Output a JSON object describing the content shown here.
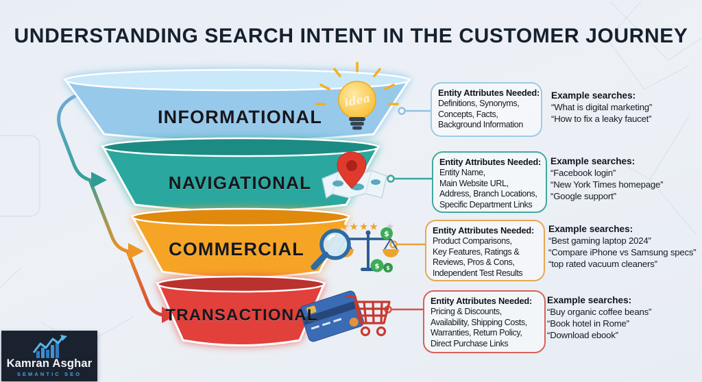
{
  "title": "UNDERSTANDING SEARCH INTENT IN THE CUSTOMER JOURNEY",
  "stages": [
    {
      "label": "INFORMATIONAL",
      "color": "#97c9ea",
      "rim": "#c9e8fa",
      "box_border": "#9ccbe6",
      "connector": "#8fc3e0",
      "icon": "lightbulb-idea-icon",
      "icon_text": "idea",
      "box": {
        "title": "Entity Attributes Needed:",
        "lines": [
          "Definitions, Synonyms,",
          "Concepts, Facts,",
          "Background Information"
        ]
      },
      "examples": {
        "title": "Example searches:",
        "items": [
          "“What is digital marketing”",
          "“How to fix a leaky faucet”"
        ]
      }
    },
    {
      "label": "NAVIGATIONAL",
      "color": "#2ca79e",
      "rim": "#1d8b84",
      "box_border": "#3fa9a0",
      "connector": "#35a79e",
      "arrow": "#2f9c94",
      "icon": "map-location-pin-icon",
      "box": {
        "title": "Entity Attributes Needed:",
        "lines": [
          "Entity Name,",
          "Main Website URL,",
          "Address, Branch Locations,",
          "Specific Department Links"
        ]
      },
      "examples": {
        "title": "Example searches:",
        "items": [
          "“Facebook login”",
          "“New York Times homepage”",
          "“Google support”"
        ]
      }
    },
    {
      "label": "COMMERCIAL",
      "color": "#f6a426",
      "rim": "#e0890f",
      "box_border": "#e6a752",
      "connector": "#e8a23c",
      "arrow": "#ef9722",
      "icon": "magnifier-scale-ratings-icon",
      "box": {
        "title": "Entity Attributes Needed:",
        "lines": [
          "Product Comparisons,",
          "Key Features, Ratings &",
          "Reviews, Pros & Cons,",
          "Independent Test Results"
        ]
      },
      "examples": {
        "title": "Example searches:",
        "items": [
          "“Best gaming laptop 2024”",
          "“Compare iPhone vs Samsung specs”",
          "“top rated vacuum cleaners”"
        ]
      }
    },
    {
      "label": "TRANSACTIONAL",
      "color": "#e2413a",
      "rim": "#ba332d",
      "box_border": "#d96058",
      "connector": "#d85048",
      "arrow": "#da3f38",
      "icon": "credit-card-cart-icon",
      "box": {
        "title": "Entity Attributes Needed:",
        "lines": [
          "Pricing & Discounts,",
          "Availability, Shipping Costs,",
          "Warranties, Return Policy,",
          "Direct Purchase Links"
        ]
      },
      "examples": {
        "title": "Example searches:",
        "items": [
          "“Buy organic coffee beans”",
          "“Book hotel in Rome”",
          "“Download ebook”"
        ]
      }
    }
  ],
  "logo": {
    "name": "Kamran Asghar",
    "tagline": "SEMANTIC SEO"
  }
}
